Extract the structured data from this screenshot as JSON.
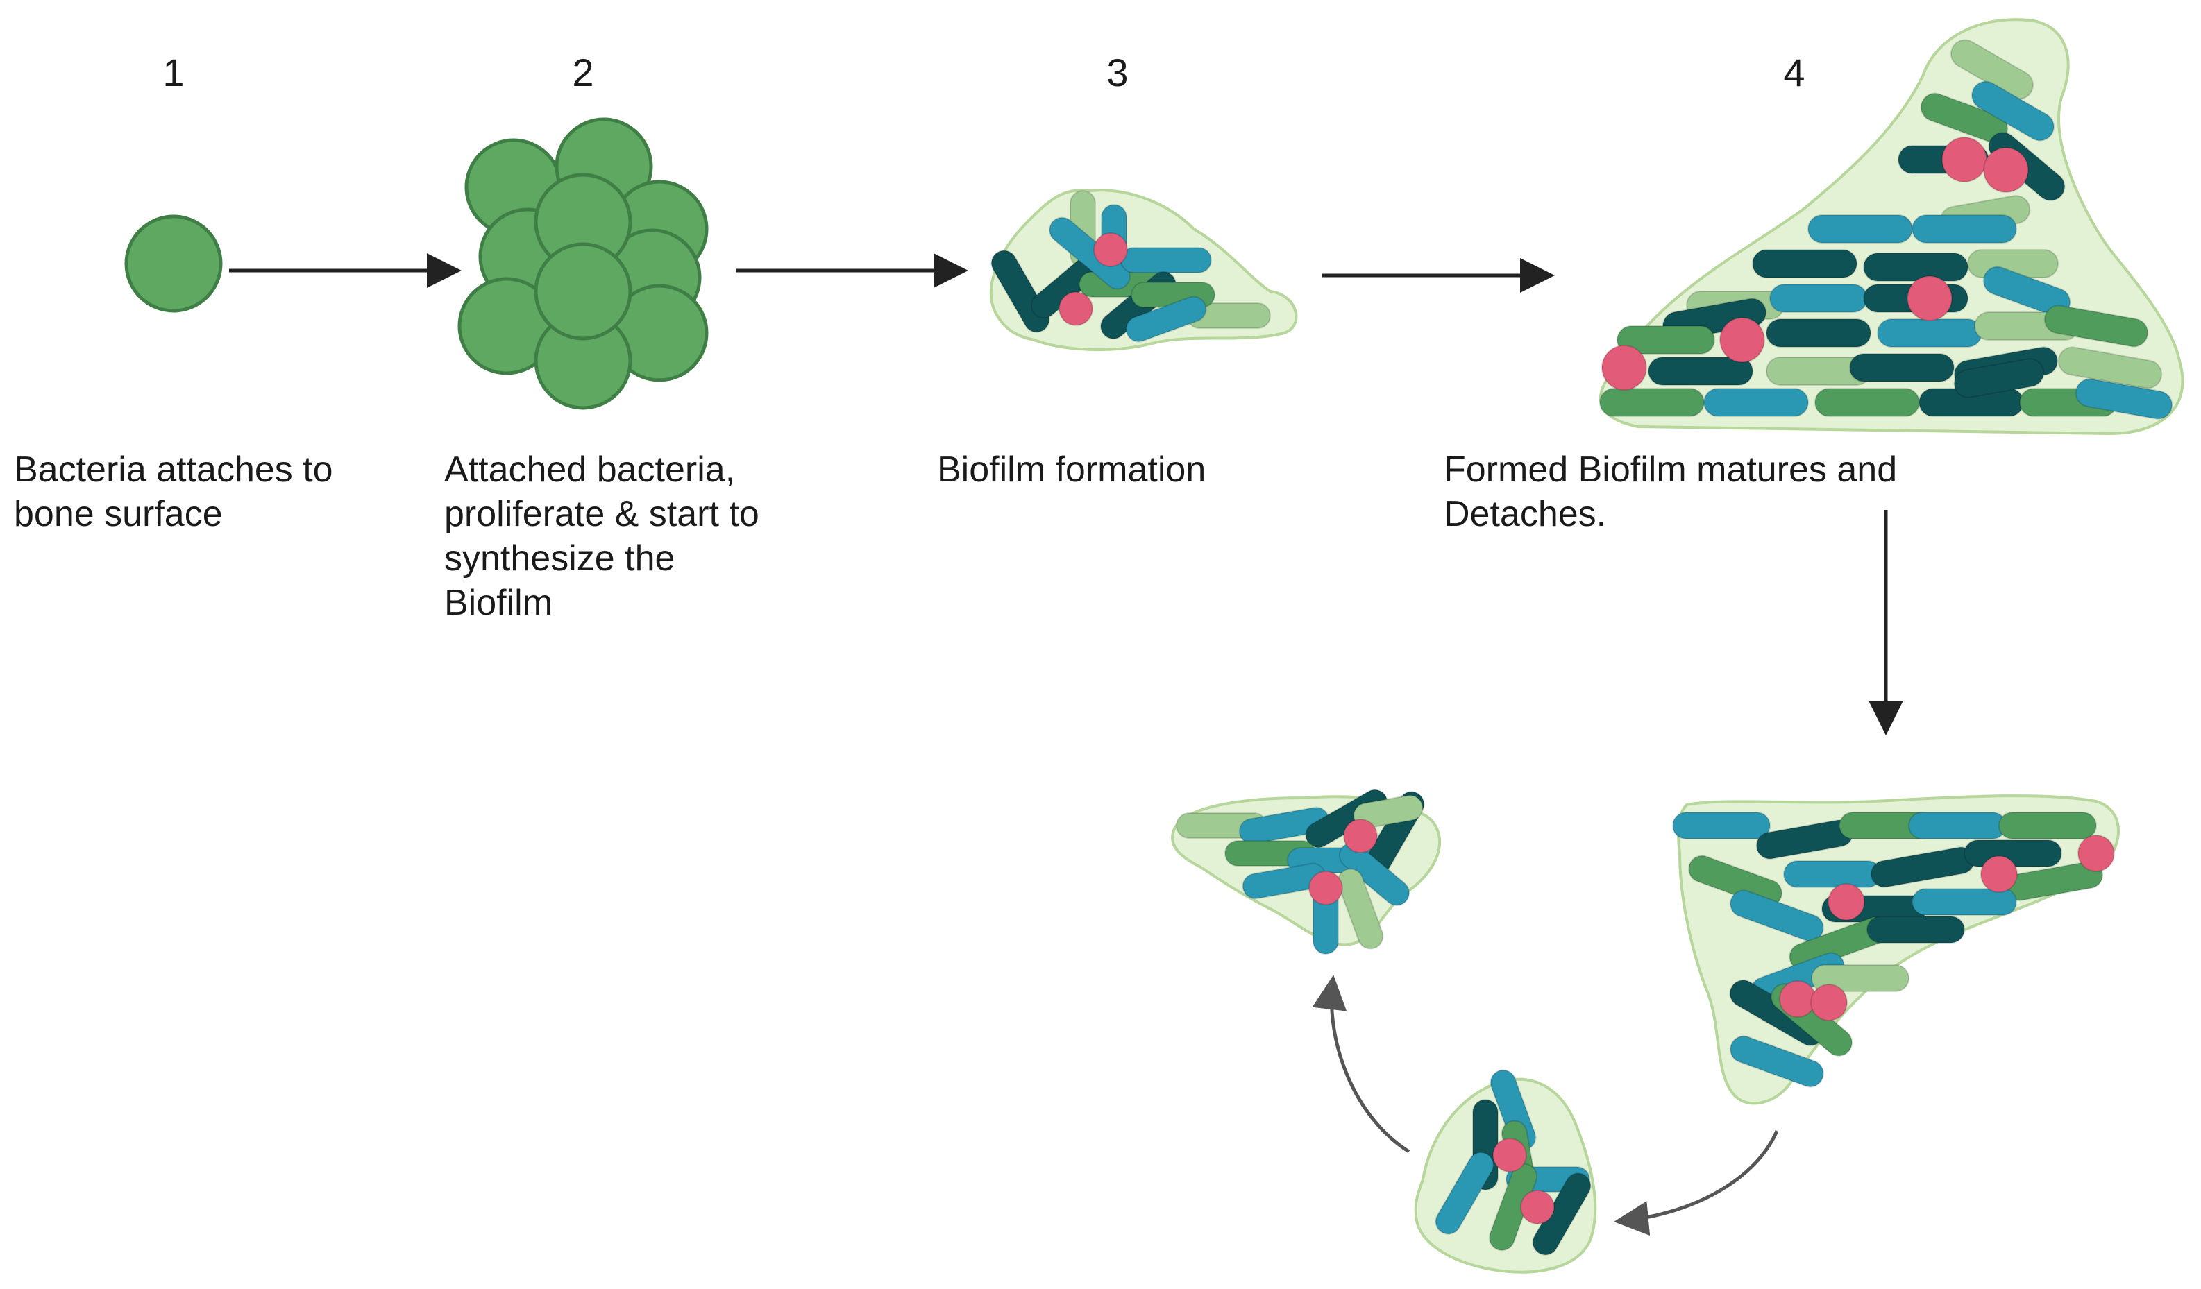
{
  "stages": [
    {
      "number": "1",
      "label": "Bacteria attaches to\nbone surface"
    },
    {
      "number": "2",
      "label": "Attached bacteria,\nproliferate & start to\nsynthesize the\nBiofilm"
    },
    {
      "number": "3",
      "label": "Biofilm formation"
    },
    {
      "number": "4",
      "label": "Formed Biofilm matures and\nDetaches."
    }
  ],
  "colors": {
    "coccus": "#5ea862",
    "coccus_dark": "#3f7f46",
    "matrix_fill": "#e3f1d5",
    "matrix_stroke": "#b7d69b",
    "rod_teal": "#2a97b3",
    "rod_dark_teal": "#0f5256",
    "rod_green": "#4f9c5d",
    "rod_light_green": "#9fcb92",
    "cell_pink": "#e25b78",
    "arrow": "#222222",
    "curved_arrow": "#555555"
  }
}
